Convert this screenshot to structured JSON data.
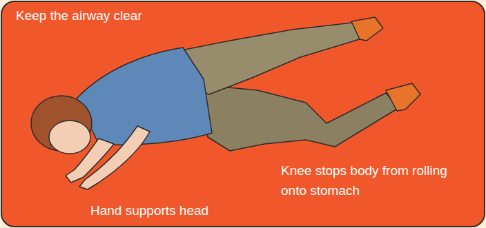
{
  "diagram": {
    "labels": [
      "Keep the airway clear",
      "Knee stops body from rolling onto stomach",
      "Hand supports head"
    ]
  }
}
